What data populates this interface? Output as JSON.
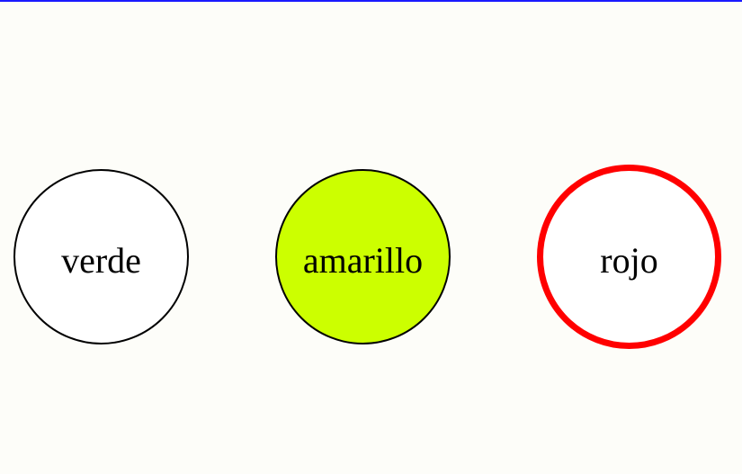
{
  "buttons": [
    {
      "id": "verde",
      "label": "verde",
      "fill": "#ffffff",
      "border": "#000000"
    },
    {
      "id": "amarillo",
      "label": "amarillo",
      "fill": "#ccff00",
      "border": "#000000"
    },
    {
      "id": "rojo",
      "label": "rojo",
      "fill": "#ffffff",
      "border": "#ff0000"
    }
  ],
  "colors": {
    "background": "#fdfdf9",
    "top_border": "#1a1aff"
  }
}
